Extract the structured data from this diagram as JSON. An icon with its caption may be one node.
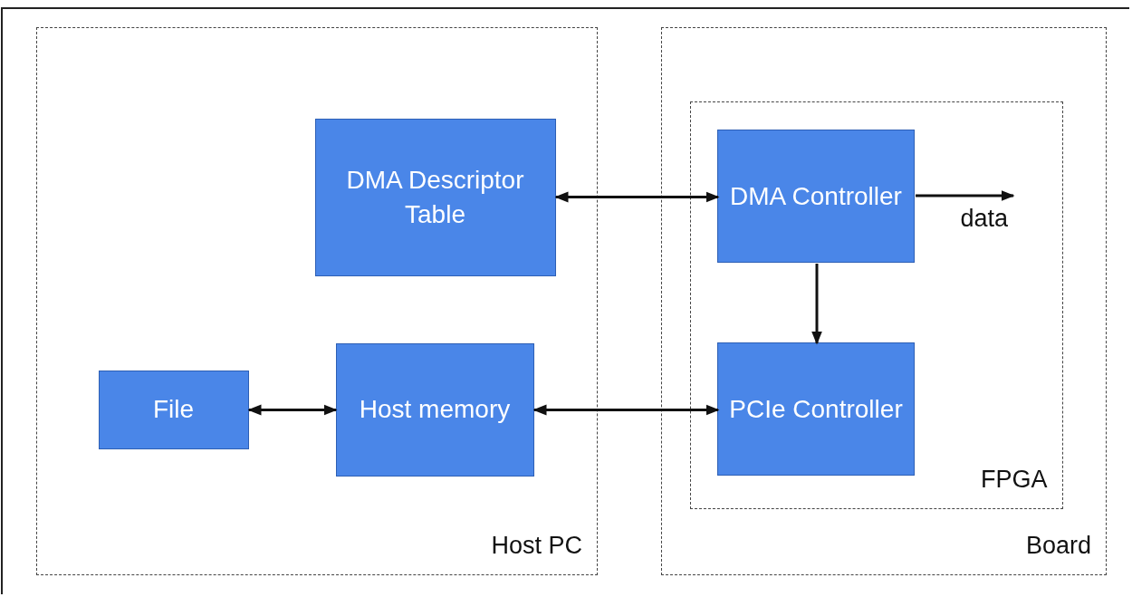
{
  "diagram": {
    "nodes": [
      {
        "text": [
          "Host PC"
        ]
      },
      {
        "text": [
          "DMA Descriptor Table"
        ],
        "in": 0
      },
      {
        "text": [
          "File"
        ],
        "in": 0
      },
      {
        "text": [
          "Host memory"
        ],
        "in": 0
      },
      {
        "text": [
          "Board"
        ]
      },
      {
        "text": [
          "FPGA"
        ],
        "in": 4
      },
      {
        "text": [
          "DMA Controller"
        ],
        "in": 5
      },
      {
        "text": [
          "PCIe Controller"
        ],
        "in": 5
      }
    ],
    "edges": [
      {
        "from": 1,
        "to": 6,
        "arrow": "both"
      },
      {
        "from": 6,
        "to": null,
        "arrow": "to",
        "label": "data"
      },
      {
        "from": 6,
        "to": 7,
        "arrow": "to"
      },
      {
        "from": 2,
        "to": 3,
        "arrow": "both"
      },
      {
        "from": 3,
        "to": 7,
        "arrow": "both"
      }
    ]
  }
}
